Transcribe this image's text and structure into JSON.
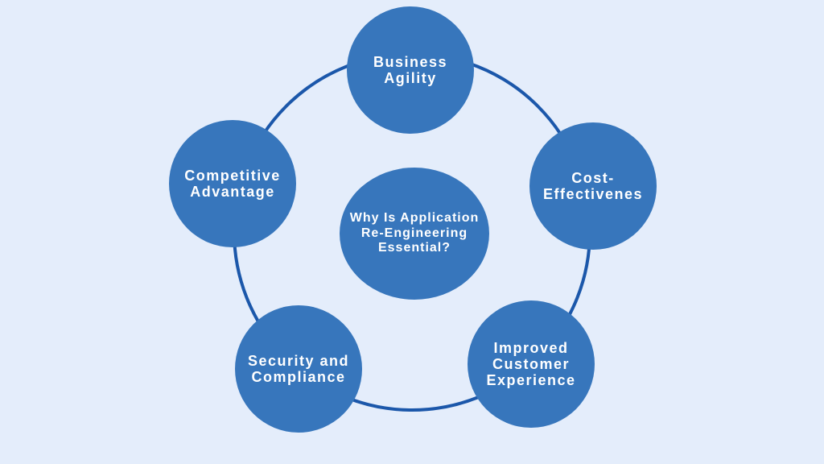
{
  "theme": {
    "background": "#e4edfb",
    "node_fill": "#3776bc",
    "ring_stroke": "#1b57aa",
    "text_color": "#ffffff"
  },
  "diagram": {
    "center": {
      "label": "Why Is Application\nRe-Engineering\nEssential?"
    },
    "nodes": [
      {
        "id": "business-agility",
        "label": "Business\nAgility"
      },
      {
        "id": "cost-effectiveness",
        "label": "Cost-\nEffectivenes"
      },
      {
        "id": "improved-customer-experience",
        "label": "Improved\nCustomer\nExperience"
      },
      {
        "id": "security-and-compliance",
        "label": "Security and\nCompliance"
      },
      {
        "id": "competitive-advantage",
        "label": "Competitive\nAdvantage"
      }
    ]
  }
}
